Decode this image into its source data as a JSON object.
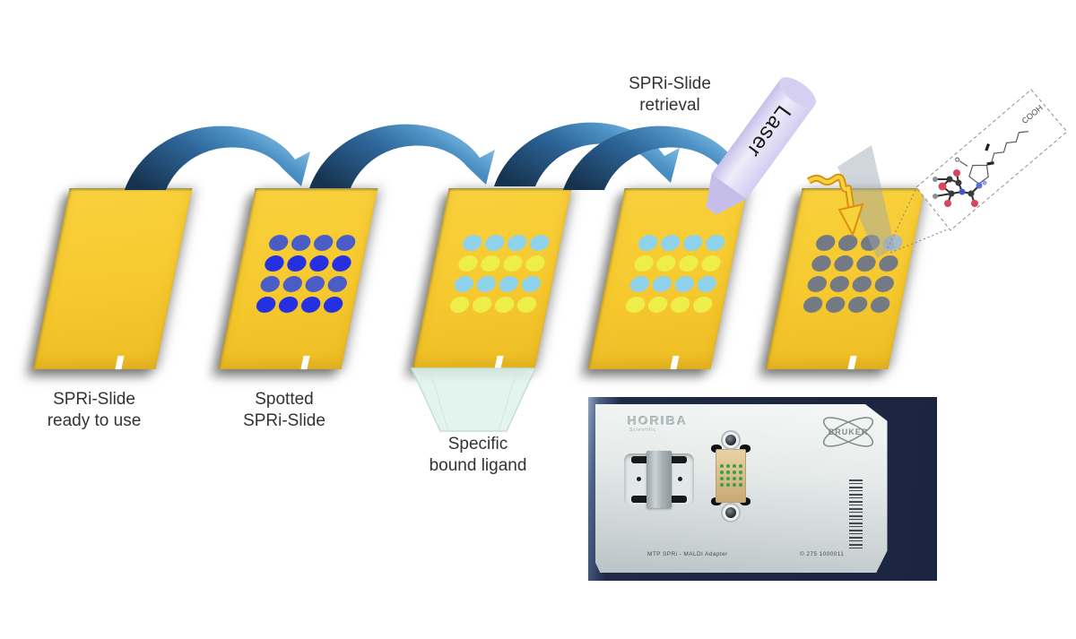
{
  "steps": {
    "step1": {
      "line1": "SPRi-Slide",
      "line2": "ready to use"
    },
    "step2": {
      "line1": "Spotted",
      "line2": "SPRi-Slide"
    },
    "step3": {
      "line1": "Specific",
      "line2": "bound ligand"
    },
    "retrieval": {
      "line1": "SPRi-Slide",
      "line2": "retrieval"
    }
  },
  "laser": {
    "label": "Laser"
  },
  "molecule": {
    "cooh_label": "COOH"
  },
  "spots": {
    "slide2_rows": [
      "#4a5cc5",
      "#2531e0",
      "#4a5cc5",
      "#2531e0"
    ],
    "slide3_rows": [
      "#8fd2ec",
      "#eeee4b",
      "#8fd2ec",
      "#eeee4b"
    ],
    "slide4_rows": [
      "#8fd2ec",
      "#eeee4b",
      "#8fd2ec",
      "#eeee4b"
    ],
    "slide5_rows": [
      "#737a84",
      "#737a84",
      "#737a84",
      "#737a84"
    ],
    "slide5_highlight": {
      "row": 0,
      "col": 3,
      "color": "#a7bac9"
    }
  },
  "photo": {
    "horiba_logo": "HORIBA",
    "horiba_sub": "Scientific",
    "bruker_logo": "BRUKER",
    "adapter_label": "MTP SPRi - MALDI Adapter",
    "serial": "© 275 1000011",
    "green_rows": [
      "#35a24a",
      "#35a24a",
      "#35a24a",
      "#35a24a"
    ]
  },
  "colors": {
    "slide_gold": "#f6c92e",
    "arrow_dark": "#16324e",
    "arrow_light": "#90c8ec",
    "laser_body": "#dcd7f4",
    "bolt_yellow": "#f6d33a",
    "bolt_orange": "#dd8f12",
    "funnel_mint": "#def3eb"
  }
}
